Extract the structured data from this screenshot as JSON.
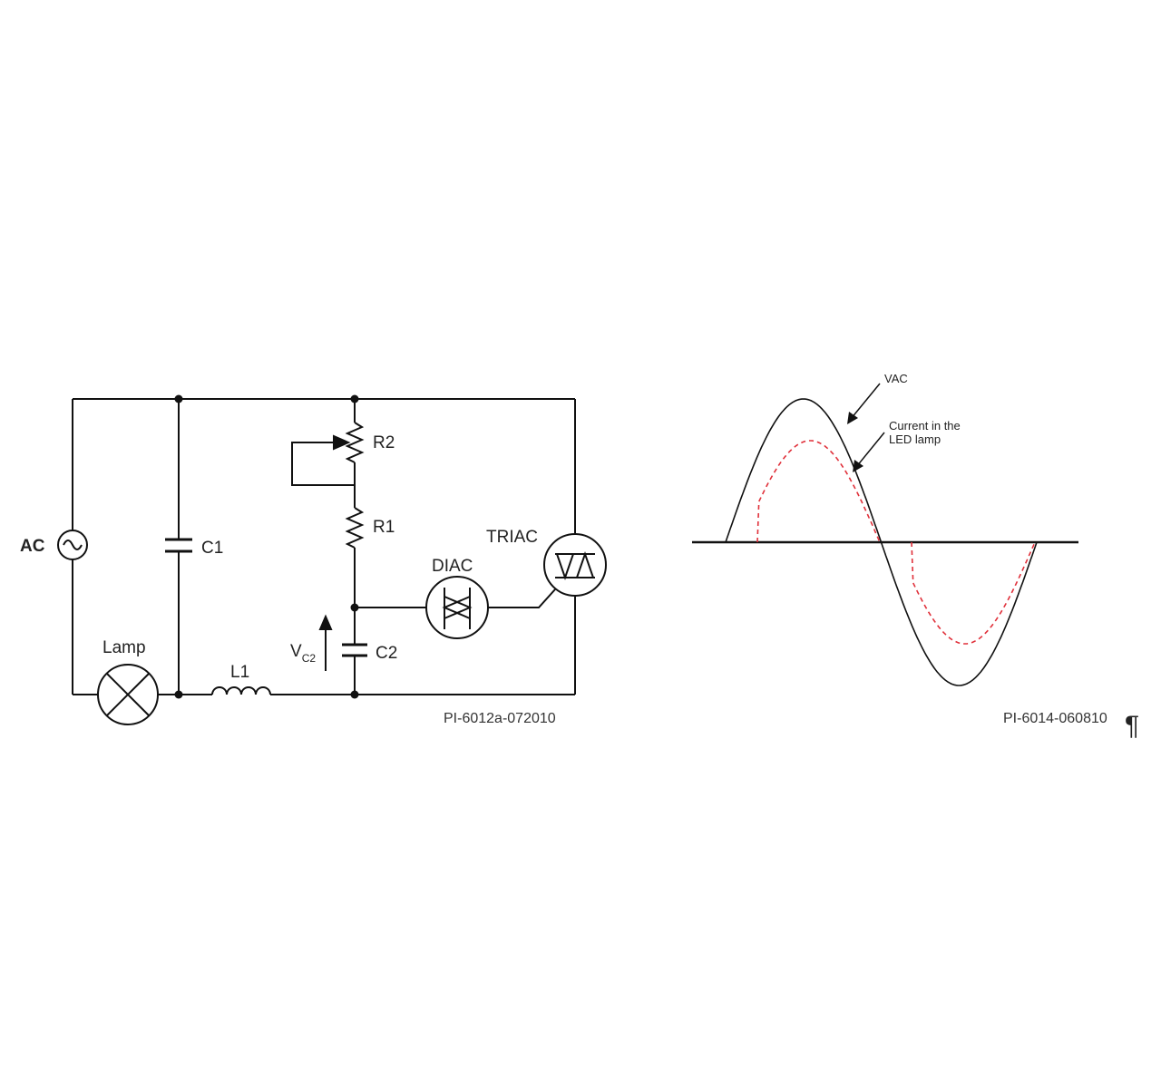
{
  "circuit": {
    "ac_label": "AC",
    "lamp_label": "Lamp",
    "c1_label": "C1",
    "l1_label": "L1",
    "r2_label": "R2",
    "r1_label": "R1",
    "vc2_main": "V",
    "vc2_sub": "C2",
    "c2_label": "C2",
    "diac_label": "DIAC",
    "triac_label": "TRIAC",
    "figure_id": "PI-6012a-072010"
  },
  "waveform": {
    "vac_label": "VAC",
    "current_label_line1": "Current in the",
    "current_label_line2": "LED lamp",
    "figure_id": "PI-6014-060810",
    "pilcrow": "¶",
    "colors": {
      "vac": "#111111",
      "current": "#e0303a"
    }
  }
}
